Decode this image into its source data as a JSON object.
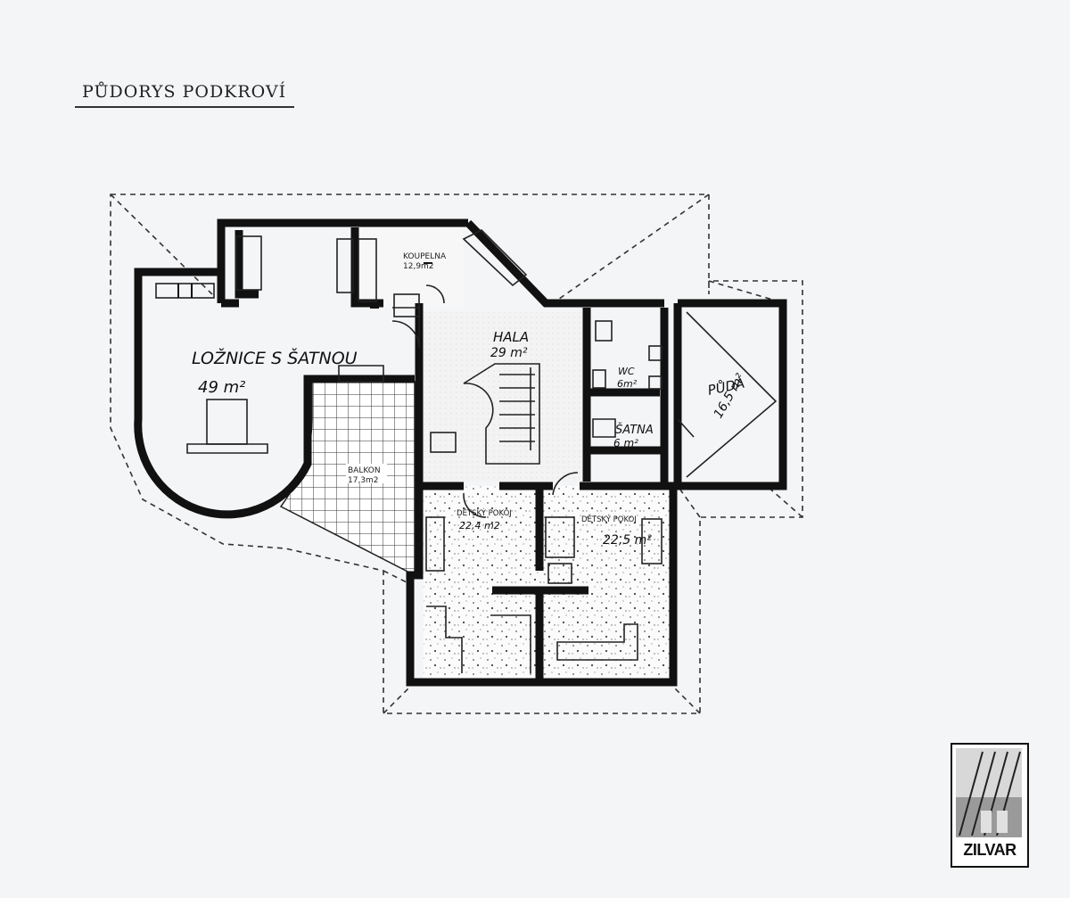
{
  "title": "PŮDORYS PODKROVÍ",
  "rooms": {
    "loznice": {
      "name": "LOŽNICE S ŠATNOU",
      "area": "49 m²"
    },
    "koupelna": {
      "name": "KOUPELNA",
      "area": "12,9m2"
    },
    "hala": {
      "name": "HALA",
      "area": "29 m²"
    },
    "wc": {
      "name": "WC",
      "area": "6m²"
    },
    "satna": {
      "name": "ŠATNA",
      "area": "6 m²"
    },
    "puda": {
      "name": "PŮDA",
      "area": "16,5 m²"
    },
    "balkon": {
      "name": "BALKON",
      "area": "17,3m2"
    },
    "detsky1": {
      "name": "DĚTSKÝ POKOJ",
      "area": "22,4 m2"
    },
    "detsky2": {
      "name": "DĚTSKÝ POKOJ",
      "area": "22,5 m²"
    }
  },
  "logo": {
    "text": "ZILVAR"
  }
}
